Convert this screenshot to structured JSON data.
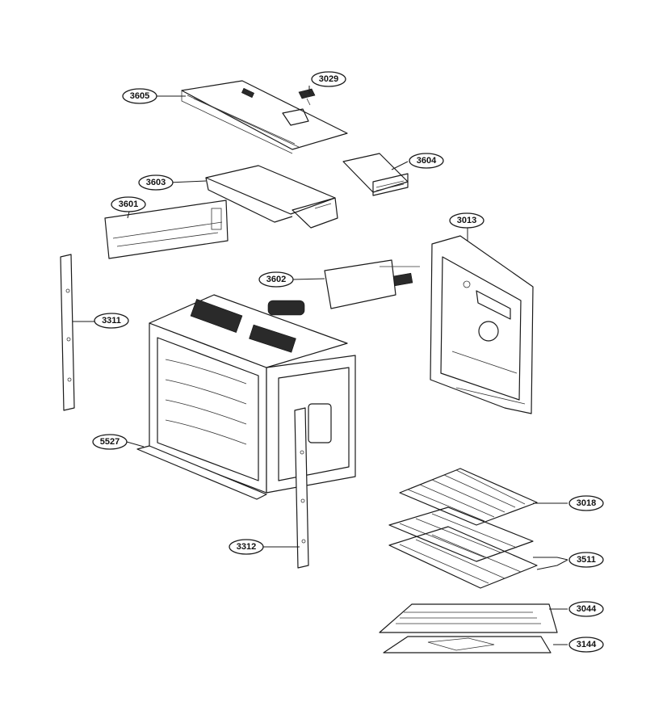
{
  "diagram": {
    "callouts": [
      {
        "id": "3605",
        "label": "3605"
      },
      {
        "id": "3029",
        "label": "3029"
      },
      {
        "id": "3604",
        "label": "3604"
      },
      {
        "id": "3603",
        "label": "3603"
      },
      {
        "id": "3601",
        "label": "3601"
      },
      {
        "id": "3013",
        "label": "3013"
      },
      {
        "id": "3602",
        "label": "3602"
      },
      {
        "id": "3311",
        "label": "3311"
      },
      {
        "id": "5527",
        "label": "5527"
      },
      {
        "id": "3018",
        "label": "3018"
      },
      {
        "id": "3312",
        "label": "3312"
      },
      {
        "id": "3511",
        "label": "3511"
      },
      {
        "id": "3044",
        "label": "3044"
      },
      {
        "id": "3144",
        "label": "3144"
      }
    ]
  }
}
